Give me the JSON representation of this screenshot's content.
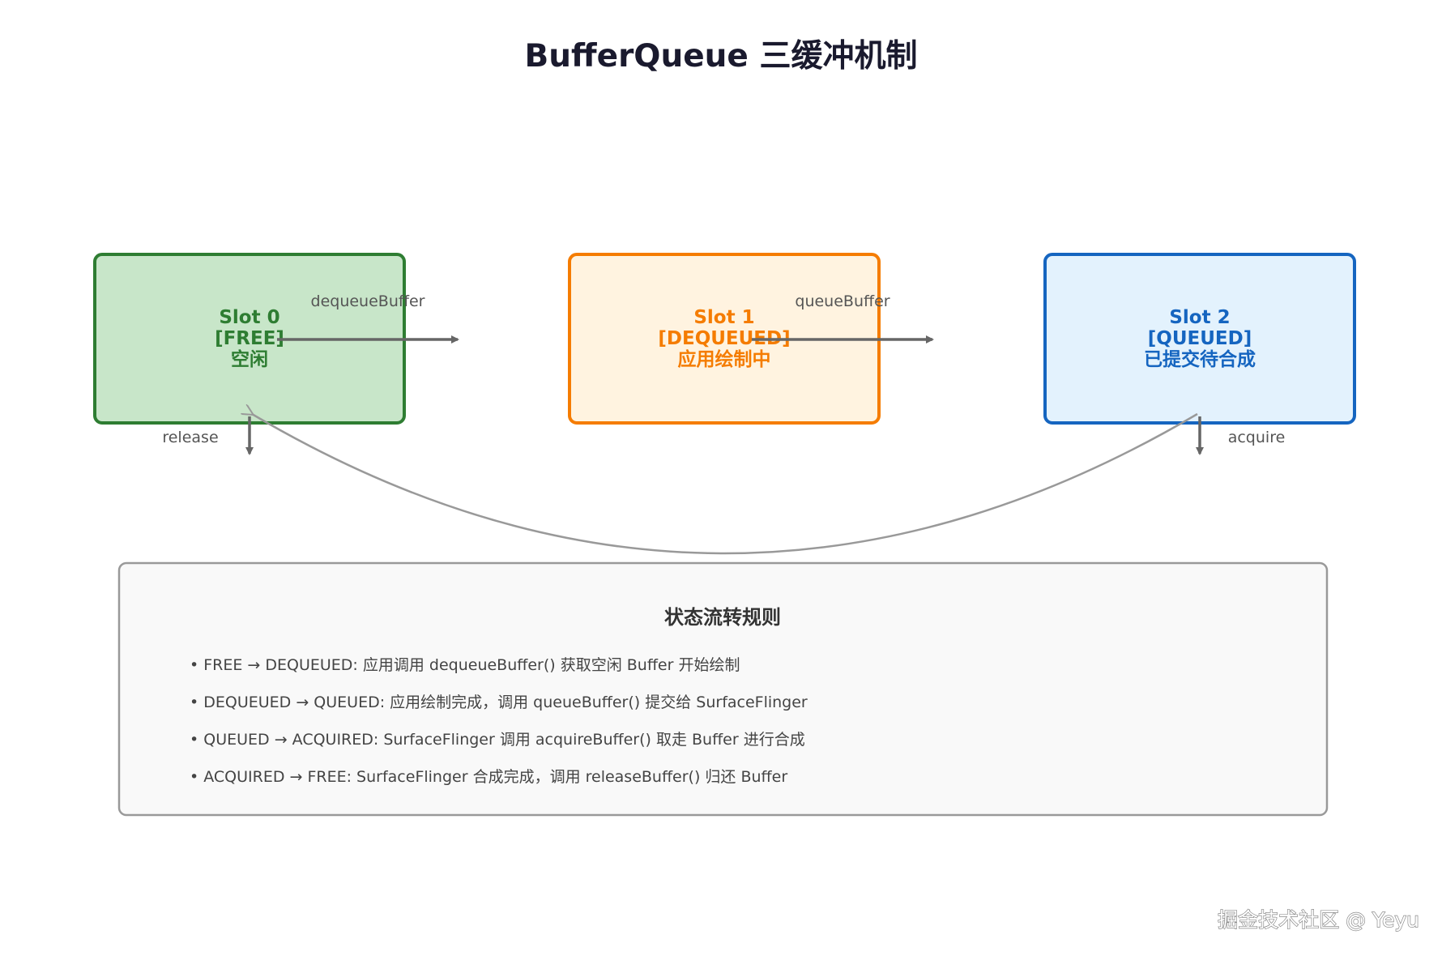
{
  "title": "BufferQueue 三缓冲机制",
  "slots": [
    {
      "name": "Slot 0",
      "state": "[FREE]",
      "desc": "空闲",
      "fill": "#c8e6c9",
      "stroke": "#2e7d32",
      "text": "#2e7d32"
    },
    {
      "name": "Slot 1",
      "state": "[DEQUEUED]",
      "desc": "应用绘制中",
      "fill": "#fff3e0",
      "stroke": "#f57c00",
      "text": "#f57c00"
    },
    {
      "name": "Slot 2",
      "state": "[QUEUED]",
      "desc": "已提交待合成",
      "fill": "#e3f2fd",
      "stroke": "#1565c0",
      "text": "#1565c0"
    }
  ],
  "edges": {
    "dequeue": "dequeueBuffer",
    "queue": "queueBuffer",
    "release": "release",
    "acquire": "acquire"
  },
  "rules": {
    "title": "状态流转规则",
    "items": [
      "• FREE → DEQUEUED: 应用调用 dequeueBuffer() 获取空闲 Buffer 开始绘制",
      "• DEQUEUED → QUEUED: 应用绘制完成，调用 queueBuffer() 提交给 SurfaceFlinger",
      "• QUEUED → ACQUIRED: SurfaceFlinger 调用 acquireBuffer() 取走 Buffer 进行合成",
      "• ACQUIRED → FREE: SurfaceFlinger 合成完成，调用 releaseBuffer() 归还 Buffer"
    ]
  },
  "watermark": "掘金技术社区 @ Yeyu",
  "colors": {
    "arrow": "#666666",
    "curve": "#999999",
    "rules_fill": "#f9f9f9",
    "rules_stroke": "#999999"
  }
}
